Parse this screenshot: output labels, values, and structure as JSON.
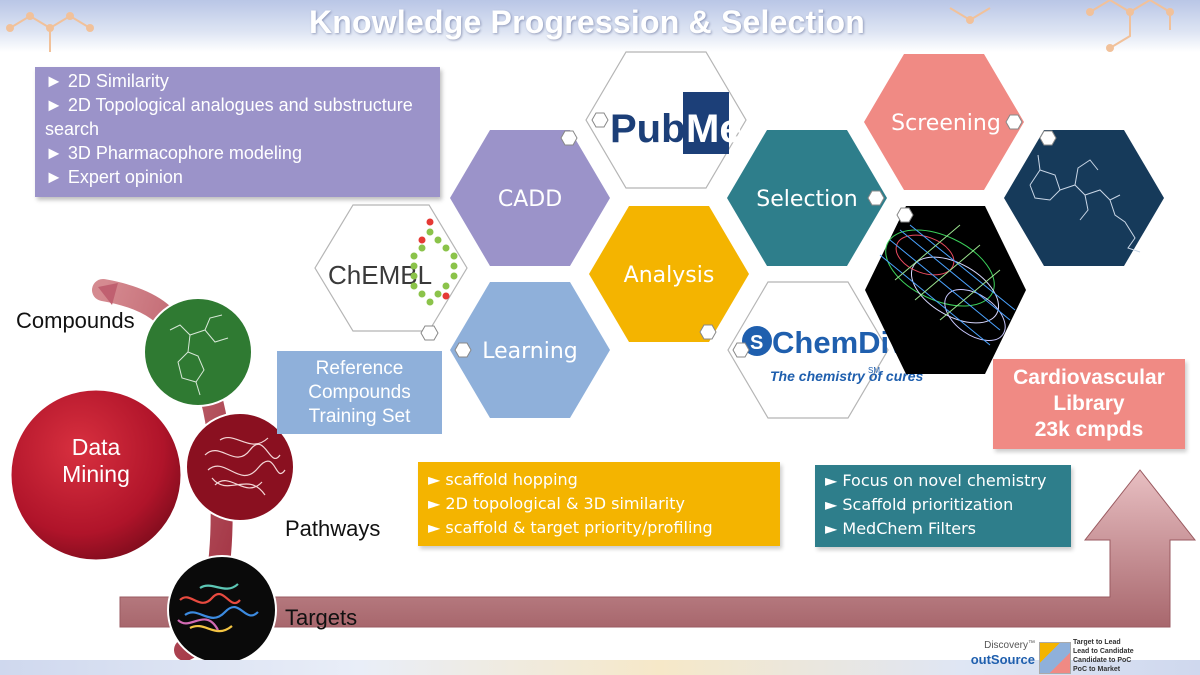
{
  "title": "Knowledge Progression & Selection",
  "methods_box": {
    "items": [
      "► 2D Similarity",
      "► 2D Topological analogues and substructure search",
      "► 3D Pharmacophore modeling",
      "► Expert opinion"
    ]
  },
  "hexagons": {
    "cadd": "CADD",
    "analysis": "Analysis",
    "learning": "Learning",
    "selection": "Selection",
    "screening": "Screening",
    "chembl": "ChEMBL",
    "pubmed_left": "Pub",
    "pubmed_right": "Med",
    "chemdiv": "ChemDiv",
    "chemdiv_tagline": "The chemistry of cures",
    "chemdiv_sm": "SM"
  },
  "reference_box": {
    "text": "Reference Compounds Training Set"
  },
  "library_box": {
    "line1": "Cardiovascular",
    "line2": "Library",
    "line3": "23k cmpds"
  },
  "yellow_box": {
    "items": [
      "► scaffold hopping",
      "► 2D topological & 3D similarity",
      "► scaffold & target priority/profiling"
    ]
  },
  "teal_box": {
    "items": [
      "► Focus on novel chemistry",
      "► Scaffold prioritization",
      "► MedChem Filters"
    ]
  },
  "left": {
    "data_mining": "Data Mining",
    "compounds": "Compounds",
    "pathways": "Pathways",
    "targets": "Targets"
  },
  "logo": {
    "brand_top": "Discovery",
    "brand_tm": "™",
    "brand_bottom": "outSource",
    "steps": [
      "Target to Lead",
      "Lead to Candidate",
      "Candidate to PoC",
      "PoC to Market"
    ]
  },
  "colors": {
    "purple": "#9b93c9",
    "blue_light": "#8fb0da",
    "gold": "#f4b400",
    "teal": "#2e7e8b",
    "salmon": "#f08a84",
    "navy": "#163a5a",
    "crimson": "#b0142a",
    "green": "#2f7a32"
  }
}
